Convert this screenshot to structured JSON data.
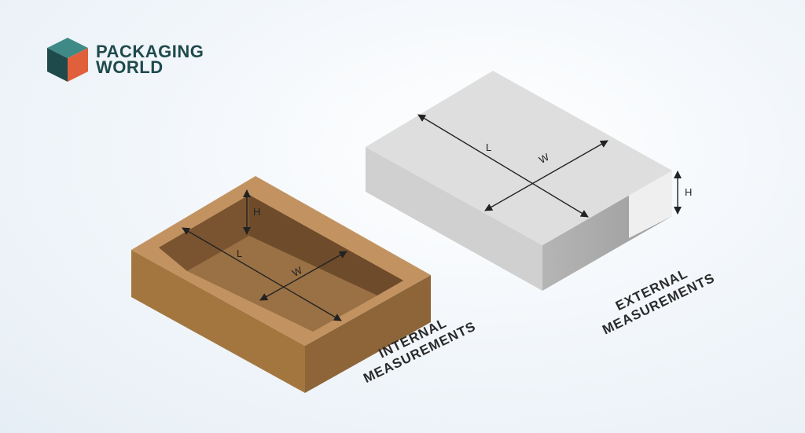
{
  "brand": {
    "line1": "PACKAGING",
    "line2": "WORLD"
  },
  "internal_box": {
    "label_line1": "INTERNAL",
    "label_line2": "MEASUREMENTS",
    "dims": {
      "length": "L",
      "width": "W",
      "height": "H"
    }
  },
  "external_box": {
    "label_line1": "EXTERNAL",
    "label_line2": "MEASUREMENTS",
    "dims": {
      "length": "L",
      "width": "W",
      "height": "H"
    }
  },
  "colors": {
    "kraft_top": "#c1925f",
    "kraft_front": "#9a6e42",
    "kraft_side": "#8a6038",
    "kraft_inner": "#7a5634",
    "sleeve_top": "#dcdcdc",
    "sleeve_front": "#a9a9a9",
    "brand_teal": "#1f4a4c",
    "brand_orange": "#e0603b"
  }
}
